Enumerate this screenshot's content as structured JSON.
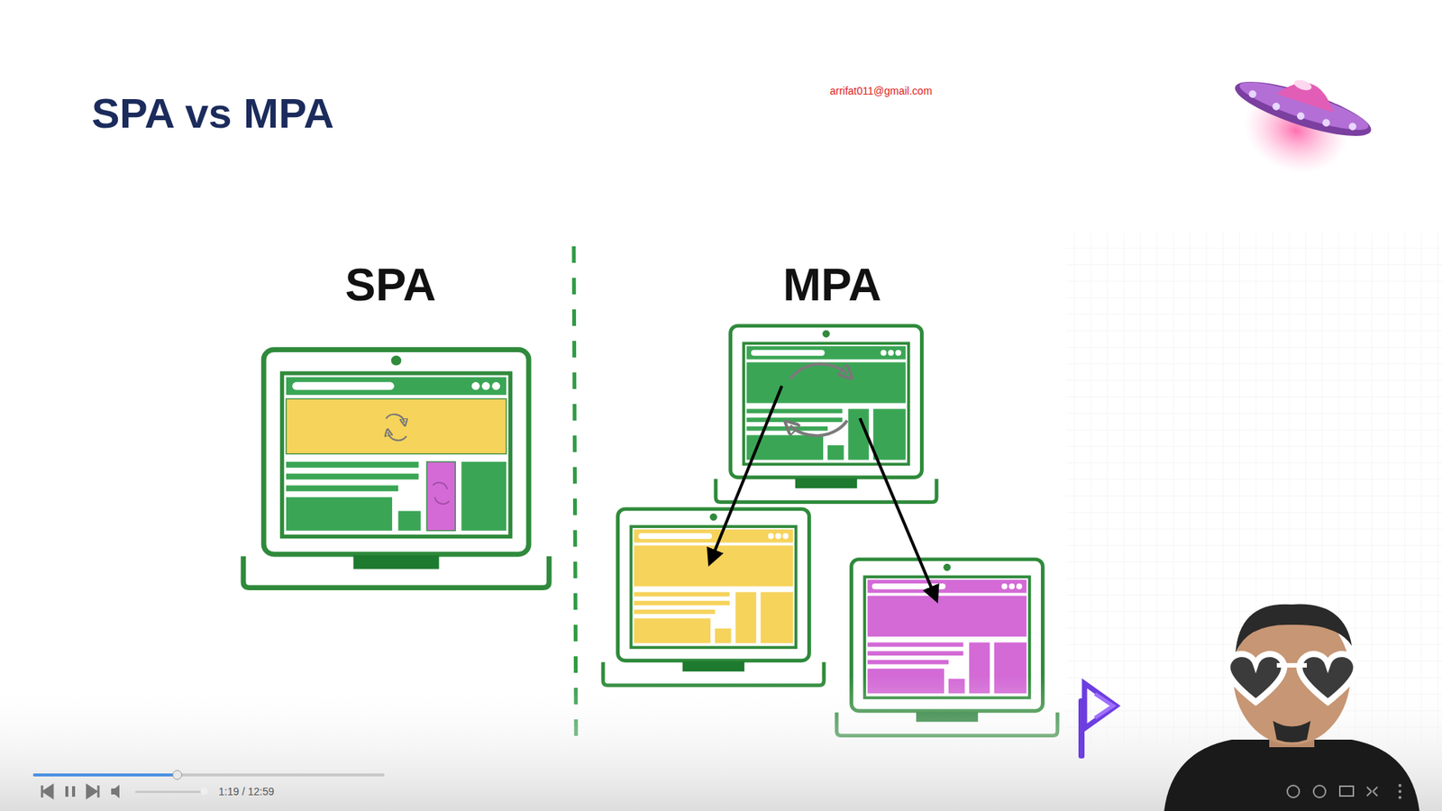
{
  "diagram": {
    "title": "SPA vs MPA",
    "nodes": [
      {
        "text": [
          "SPA"
        ]
      },
      {
        "text": [
          "MPA"
        ]
      }
    ],
    "labels": [
      "arrifat011@gmail.com",
      "1:19 / 12:59"
    ]
  }
}
